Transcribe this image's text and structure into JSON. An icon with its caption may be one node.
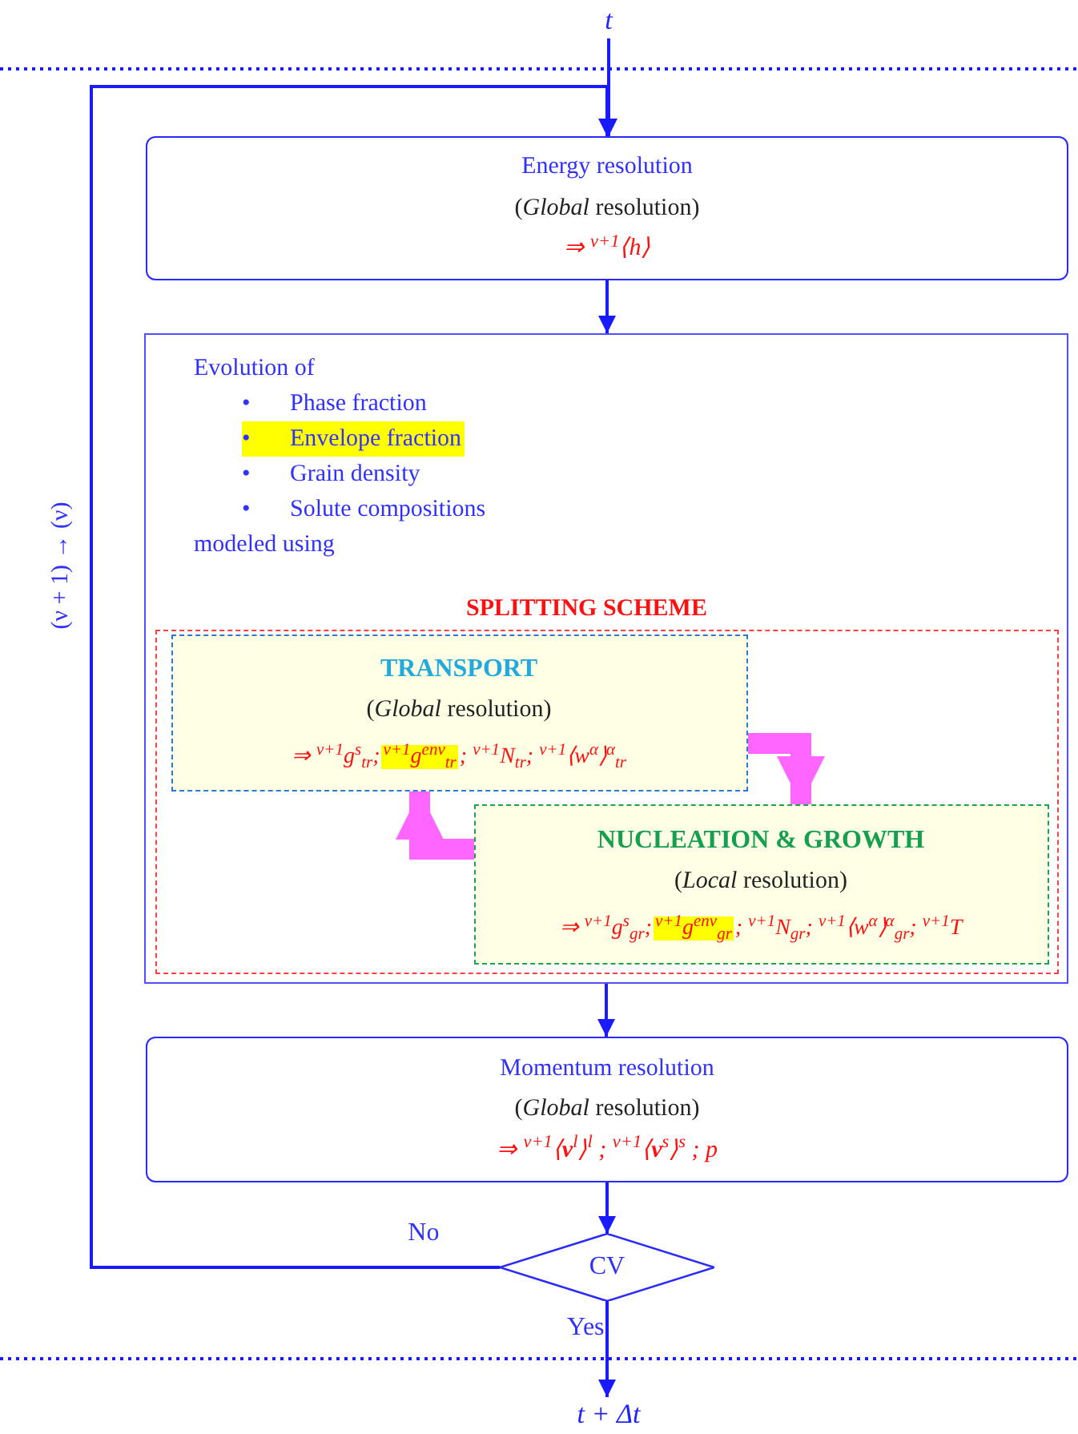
{
  "diagram": {
    "nodes": [
      {
        "text": [
          "t"
        ]
      },
      {
        "text": [
          "Energy resolution",
          "(*Global* resolution)",
          "⇒ $^{ν+1}$⟨h⟩"
        ]
      },
      {
        "text": [
          "Evolution of",
          "•",
          "Phase fraction",
          "•",
          "Envelope fraction",
          "•",
          "Grain density",
          "•",
          "Solute compositions",
          "modeled using",
          "SPLITTING SCHEME"
        ]
      },
      {
        "text": [],
        "shape": "box",
        "in": 2
      },
      {
        "text": [
          "TRANSPORT",
          "(*Global* resolution)",
          "⇒ $^{ν+1}$g$^{s}$$_{tr}$;",
          "$^{ν+1}$g$^{env}$$_{tr}$",
          "; $^{ν+1}$N$_{tr}$; $^{ν+1}$⟨w$^{α}$⟩$^{α}$$_{tr}$"
        ],
        "in": 3
      },
      {
        "text": [
          "NUCLEATION & GROWTH",
          "(*Local* resolution)",
          "⇒ $^{ν+1}$g$^{s}$$_{gr}$;",
          "$^{ν+1}$g$^{env}$$_{gr}$",
          "; $^{ν+1}$N$_{gr}$; $^{ν+1}$⟨w$^{α}$⟩$^{α}$$_{gr}$; $^{ν+1}$T"
        ],
        "in": 3
      },
      {
        "text": [
          "Momentum resolution",
          "(*Global* resolution)",
          "⇒ $^{ν+1}$⟨**v**$^{l}$⟩$^{l}$ ; $^{ν+1}$⟨**v**$^{s}$⟩$^{s}$ ; p"
        ]
      },
      {
        "text": [
          "CV"
        ]
      },
      {
        "text": [
          "t + Δt"
        ]
      }
    ],
    "edges": [
      {
        "from": 0,
        "to": 1,
        "arrow": "to"
      },
      {
        "from": 1,
        "to": 2,
        "arrow": "to"
      },
      {
        "from": 4,
        "to": 5,
        "arrow": "to",
        "style": "thick",
        "color": "#ff66ff"
      },
      {
        "from": 5,
        "to": 4,
        "arrow": "to",
        "style": "thick",
        "color": "#ff66ff"
      },
      {
        "from": 2,
        "to": 6,
        "arrow": "to"
      },
      {
        "from": 6,
        "to": 7,
        "arrow": "to"
      },
      {
        "from": 7,
        "to": 1,
        "arrow": "to",
        "label": "No"
      },
      {
        "from": 7,
        "to": 8,
        "arrow": "to",
        "label": "Yes"
      }
    ],
    "labels": [
      "(ν + 1) → (ν)"
    ]
  }
}
